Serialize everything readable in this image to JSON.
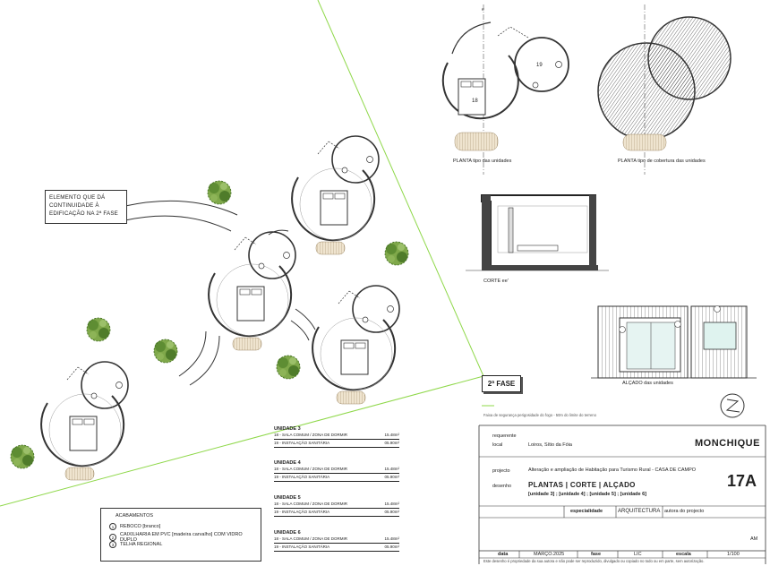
{
  "note": {
    "lines": [
      "ELEMENTO QUE DÁ",
      "CONTINUIDADE À",
      "EDIFICAÇÃO NA 2ª FASE"
    ]
  },
  "labels": {
    "plan_units": "PLANTA tipo das unidades",
    "roof_plan": "PLANTA tipo de cobertura das unidades",
    "section": "CORTE ee'",
    "elevation": "ALÇADO das unidades",
    "room_18": "18",
    "room_19": "19"
  },
  "phase": {
    "label": "2ª FASE",
    "fire_note": "Faixa de segurança perigosidade do fogo - 50m do limite do terreno"
  },
  "units": [
    {
      "title": "UNIDADE 3",
      "rows": [
        {
          "desc": "18 - SALA COMUM / ZONA DE DORMIR",
          "area": "15.48m²"
        },
        {
          "desc": "19 - INSTALAÇÃO SANITÁRIA",
          "area": "05.90m²"
        }
      ]
    },
    {
      "title": "UNIDADE 4",
      "rows": [
        {
          "desc": "18 - SALA COMUM / ZONA DE DORMIR",
          "area": "15.48m²"
        },
        {
          "desc": "19 - INSTALAÇÃO SANITÁRIA",
          "area": "05.90m²"
        }
      ]
    },
    {
      "title": "UNIDADE 5",
      "rows": [
        {
          "desc": "18 - SALA COMUM / ZONA DE DORMIR",
          "area": "15.48m²"
        },
        {
          "desc": "19 - INSTALAÇÃO SANITÁRIA",
          "area": "05.90m²"
        }
      ]
    },
    {
      "title": "UNIDADE 6",
      "rows": [
        {
          "desc": "18 - SALA COMUM / ZONA DE DORMIR",
          "area": "15.48m²"
        },
        {
          "desc": "19 - INSTALAÇÃO SANITÁRIA",
          "area": "05.90m²"
        }
      ]
    }
  ],
  "legend": {
    "title": "ACABAMENTOS",
    "items": [
      {
        "num": "1",
        "text": "REBOCO [branco]"
      },
      {
        "num": "2",
        "text": "CAIXILHARIA EM PVC [madeira carvalho] COM VIDRO DUPLO"
      },
      {
        "num": "3",
        "text": "TELHA REGIONAL"
      }
    ]
  },
  "title_block": {
    "requerente_label": "requerente",
    "local_label": "local",
    "local_value": "Loiros, Sítio da Fóia",
    "municipality": "MONCHIQUE",
    "projecto_label": "projecto",
    "projecto_value": "Alteração e ampliação de Habitação para Turismo Rural - CASA DE CAMPO",
    "desenho_label": "desenho",
    "desenho_value": "PLANTAS | CORTE | ALÇADO",
    "desenho_sub": "[unidade 3] ; [unidade 4] ; [unidade 5] ; [unidade 6]",
    "sheet_no": "17A",
    "especialidade_label": "especialidade",
    "especialidade_value": "ARQUITECTURA",
    "autora_label": "autora do projecto",
    "initials": "AM",
    "data_label": "data",
    "data_value": "MARÇO.2025",
    "fase_label": "fase",
    "fase_value": "LIC",
    "escala_label": "escala",
    "escala_value": "1/100",
    "footer_note": "Este desenho é propriedade da sua autora e não pode ser reproduzido, divulgado ou copiado no todo ou em parte, sem autorização."
  },
  "colors": {
    "line": "#333333",
    "green_line": "#7fd12e",
    "tree": "#6a9b3a",
    "tree_dark": "#3f6b22",
    "deck": "#e9dcc4"
  }
}
